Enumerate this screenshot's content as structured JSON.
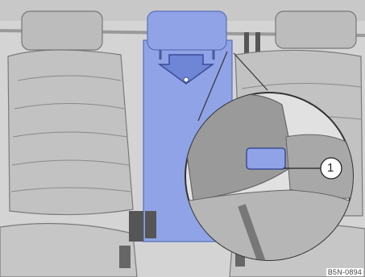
{
  "illustration": {
    "callout_number": "1",
    "reference_code": "B5N-0894",
    "highlight_color": "#8fa3e6",
    "highlight_dark": "#6f85d6",
    "seat_color": "#b3b3b3",
    "line_color": "#7a7a7a",
    "background_color": "#d9d9d9",
    "arrow_direction": "down"
  }
}
